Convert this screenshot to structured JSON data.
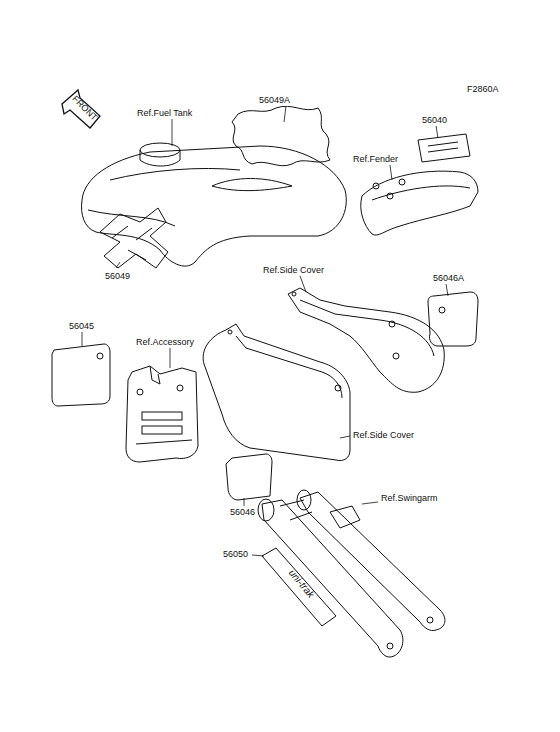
{
  "diagram": {
    "labels": [
      "F2860A",
      "FRONT",
      "Ref.Fuel Tank",
      "56049A",
      "56040",
      "Ref.Fender",
      "56049",
      "Ref.Side Cover",
      "56046A",
      "56045",
      "Ref.Accessory",
      "Ref.Side Cover",
      "56046",
      "Ref.Swingarm",
      "56050",
      "uni-trak"
    ]
  }
}
